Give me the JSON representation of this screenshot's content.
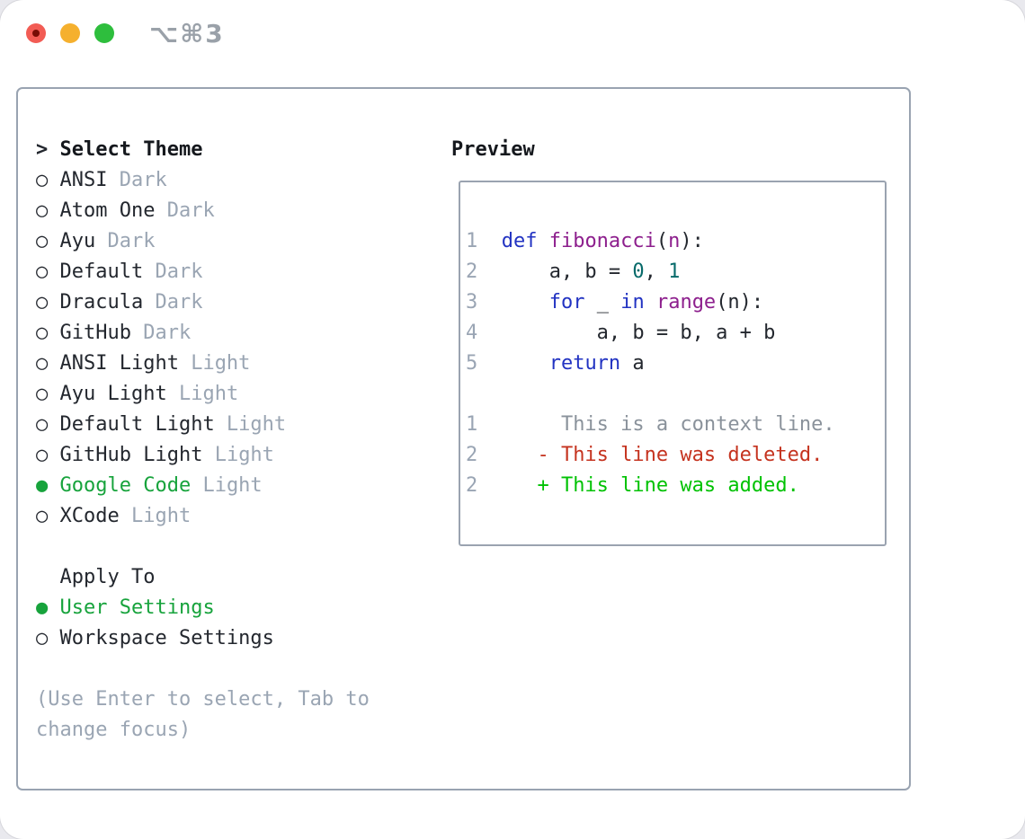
{
  "window": {
    "title": "⌥⌘3",
    "traffic_lights": [
      "close",
      "minimize",
      "zoom"
    ]
  },
  "colors": {
    "accent_green": "#17a33c",
    "muted_gray": "#9aa5b3",
    "keyword_blue": "#2233c2",
    "function_purple": "#8d1f8d",
    "number_teal": "#076a6a",
    "diff_red": "#c5331f",
    "diff_green": "#00c203",
    "frame_border": "#99a3b1"
  },
  "sidebar": {
    "header": {
      "marker": ">",
      "label": "Select Theme"
    },
    "themes": [
      {
        "marker": "○",
        "name": "ANSI",
        "variant": "Dark",
        "selected": false
      },
      {
        "marker": "○",
        "name": "Atom One",
        "variant": "Dark",
        "selected": false
      },
      {
        "marker": "○",
        "name": "Ayu",
        "variant": "Dark",
        "selected": false
      },
      {
        "marker": "○",
        "name": "Default",
        "variant": "Dark",
        "selected": false
      },
      {
        "marker": "○",
        "name": "Dracula",
        "variant": "Dark",
        "selected": false
      },
      {
        "marker": "○",
        "name": "GitHub",
        "variant": "Dark",
        "selected": false
      },
      {
        "marker": "○",
        "name": "ANSI Light",
        "variant": "Light",
        "selected": false
      },
      {
        "marker": "○",
        "name": "Ayu Light",
        "variant": "Light",
        "selected": false
      },
      {
        "marker": "○",
        "name": "Default Light",
        "variant": "Light",
        "selected": false
      },
      {
        "marker": "○",
        "name": "GitHub Light",
        "variant": "Light",
        "selected": false
      },
      {
        "marker": "●",
        "name": "Google Code",
        "variant": "Light",
        "selected": true
      },
      {
        "marker": "○",
        "name": "XCode",
        "variant": "Light",
        "selected": false
      }
    ],
    "apply_to": {
      "label": "Apply To",
      "options": [
        {
          "marker": "●",
          "label": "User Settings",
          "selected": true
        },
        {
          "marker": "○",
          "label": "Workspace Settings",
          "selected": false
        }
      ]
    },
    "hint_lines": [
      "(Use Enter to select, Tab to",
      "change focus)"
    ]
  },
  "preview": {
    "title": "Preview",
    "code_lines": [
      {
        "num": "1",
        "segments": [
          {
            "text": "def ",
            "type": "keyword"
          },
          {
            "text": "fibonacci",
            "type": "function"
          },
          {
            "text": "(",
            "type": "plain"
          },
          {
            "text": "n",
            "type": "function"
          },
          {
            "text": "):",
            "type": "plain"
          }
        ]
      },
      {
        "num": "2",
        "segments": [
          {
            "text": "    a, b = ",
            "type": "plain"
          },
          {
            "text": "0",
            "type": "number"
          },
          {
            "text": ", ",
            "type": "plain"
          },
          {
            "text": "1",
            "type": "number"
          }
        ]
      },
      {
        "num": "3",
        "segments": [
          {
            "text": "    ",
            "type": "plain"
          },
          {
            "text": "for",
            "type": "keyword"
          },
          {
            "text": " _ ",
            "type": "plain"
          },
          {
            "text": "in",
            "type": "keyword"
          },
          {
            "text": " ",
            "type": "plain"
          },
          {
            "text": "range",
            "type": "function"
          },
          {
            "text": "(n):",
            "type": "plain"
          }
        ]
      },
      {
        "num": "4",
        "segments": [
          {
            "text": "        a, b = b, a + b",
            "type": "plain"
          }
        ]
      },
      {
        "num": "5",
        "segments": [
          {
            "text": "    ",
            "type": "plain"
          },
          {
            "text": "return",
            "type": "keyword"
          },
          {
            "text": " a",
            "type": "plain"
          }
        ]
      }
    ],
    "diff_lines": [
      {
        "num": "1",
        "segments": [
          {
            "text": "     This is a context line.",
            "type": "context"
          }
        ]
      },
      {
        "num": "2",
        "segments": [
          {
            "text": "   - This line was deleted.",
            "type": "deleted"
          }
        ]
      },
      {
        "num": "2",
        "segments": [
          {
            "text": "   + This line was added.",
            "type": "added"
          }
        ]
      }
    ]
  }
}
